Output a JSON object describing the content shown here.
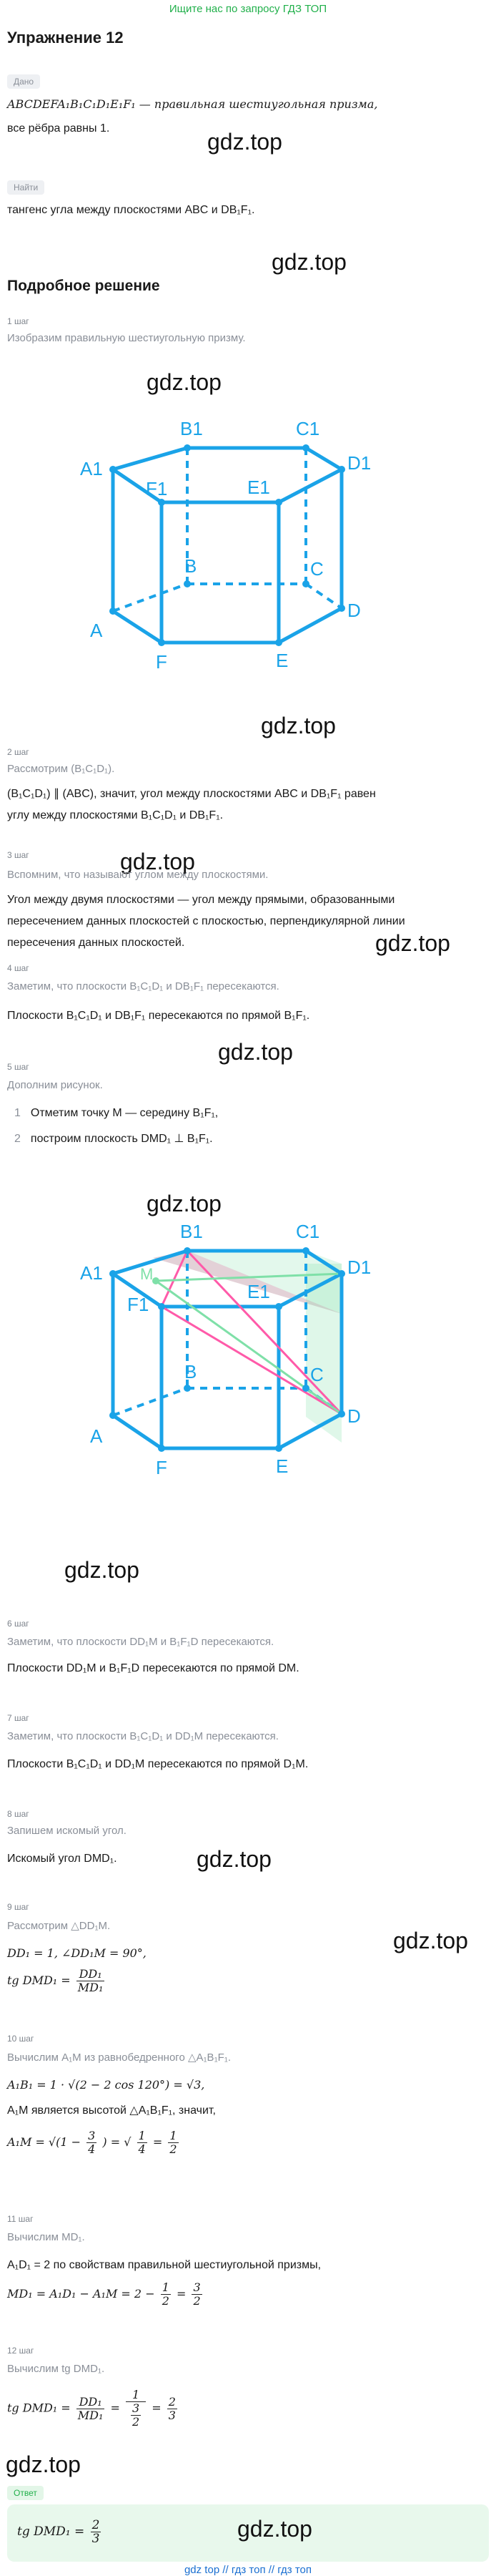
{
  "header_link": "Ищите нас по запросу ГДЗ ТОП",
  "title": "Упражнение 12",
  "labels": {
    "given": "Дано",
    "find": "Найти",
    "answer": "Ответ"
  },
  "given_text": "ABCDEFA₁B₁C₁D₁E₁F₁ — правильная шестиугольная призма,",
  "given_text2": "все рёбра равны 1.",
  "find_text": "тангенс угла между плоскостями ABC и DB₁F₁.",
  "watermark": "gdz.top",
  "solution_title": "Подробное решение",
  "steps": {
    "s1": "1 шаг",
    "s2": "2 шаг",
    "s3": "3 шаг",
    "s4": "4 шаг",
    "s5": "5 шаг",
    "s6": "6 шаг",
    "s7": "7 шаг",
    "s8": "8 шаг",
    "s9": "9 шаг",
    "s10": "10 шаг",
    "s11": "11 шаг",
    "s12": "12 шаг"
  },
  "s1_intro": "Изобразим правильную шестиугольную призму.",
  "fig_labels": {
    "A1": "A1",
    "B1": "B1",
    "C1": "C1",
    "D1": "D1",
    "E1": "E1",
    "F1": "F1",
    "A": "A",
    "B": "B",
    "C": "C",
    "D": "D",
    "E": "E",
    "F": "F",
    "M": "M"
  },
  "s2_intro": "Рассмотрим (B₁C₁D₁).",
  "s2_line1": "(B₁C₁D₁) ∥ (ABC), значит, угол между плоскостями ABC и DB₁F₁ равен",
  "s2_line2": "углу между плоскостями B₁C₁D₁ и DB₁F₁.",
  "s3_intro": "Вспомним, что называют углом между плоскостями.",
  "s3_line1": "Угол между двумя плоскостями — угол между прямыми, образованными",
  "s3_line2": "пересечением данных плоскостей с плоскостью, перпендикулярной линии",
  "s3_line3": "пересечения данных плоскостей.",
  "s4_intro": "Заметим, что плоскости B₁C₁D₁ и DB₁F₁ пересекаются.",
  "s4_line": "Плоскости B₁C₁D₁ и DB₁F₁ пересекаются по прямой B₁F₁.",
  "s5_intro": "Дополним рисунок.",
  "s5_item1_num": "1",
  "s5_item1": "Отметим точку M — середину B₁F₁,",
  "s5_item2_num": "2",
  "s5_item2": "построим плоскость DMD₁ ⊥ B₁F₁.",
  "s6_intro": "Заметим, что плоскости DD₁M и B₁F₁D пересекаются.",
  "s6_line": "Плоскости DD₁M и B₁F₁D пересекаются по прямой DM.",
  "s7_intro": "Заметим, что плоскости B₁C₁D₁ и DD₁M пересекаются.",
  "s7_line": "Плоскости B₁C₁D₁ и DD₁M пересекаются по прямой D₁M.",
  "s8_intro": "Запишем искомый угол.",
  "s8_line": "Искомый угол DMD₁.",
  "s9_intro": "Рассмотрим △DD₁M.",
  "s9_line1": "DD₁ = 1, ∠DD₁M = 90°,",
  "s9_tg": "tg DMD₁ =",
  "s9_num": "DD₁",
  "s9_den": "MD₁",
  "s10_intro": "Вычислим A₁M из равнобедренного △A₁B₁F₁.",
  "s10_line1": "A₁B₁ = 1 · √(2 − 2 cos 120°) = √3,",
  "s10_line2": "A₁M является высотой △A₁B₁F₁, значит,",
  "s10_line3a": "A₁M = √(1 −",
  "s10_line3_num": "3",
  "s10_line3_den": "4",
  "s10_line3b": ") = √",
  "s10_line3_num2": "1",
  "s10_line3_den2": "4",
  "s10_line3c": "=",
  "s10_line3_num3": "1",
  "s10_line3_den3": "2",
  "s11_intro": "Вычислим MD₁.",
  "s11_line1": "A₁D₁ = 2 по свойствам правильной шестиугольной призмы,",
  "s11_line2a": "MD₁ = A₁D₁ − A₁M = 2 −",
  "s11_line2_num": "1",
  "s11_line2_den": "2",
  "s11_line2b": "=",
  "s11_line2_num2": "3",
  "s11_line2_den2": "2",
  "s12_intro": "Вычислим tg DMD₁.",
  "s12_line_a": "tg DMD₁ =",
  "s12_num": "DD₁",
  "s12_den": "MD₁",
  "s12_eq": "=",
  "s12_num2": "1",
  "s12_den2_num": "3",
  "s12_den2_den": "2",
  "s12_eq2": "=",
  "s12_res_num": "2",
  "s12_res_den": "3",
  "answer_label": "tg DMD₁ =",
  "answer_num": "2",
  "answer_den": "3",
  "footer": "gdz top  //  гдз топ  //  гдз топ",
  "colors": {
    "accent_green": "#21b04b",
    "figure_blue": "#1aa3e8",
    "pink": "#ff5aa9",
    "answer_bg": "#e8f8ec"
  }
}
